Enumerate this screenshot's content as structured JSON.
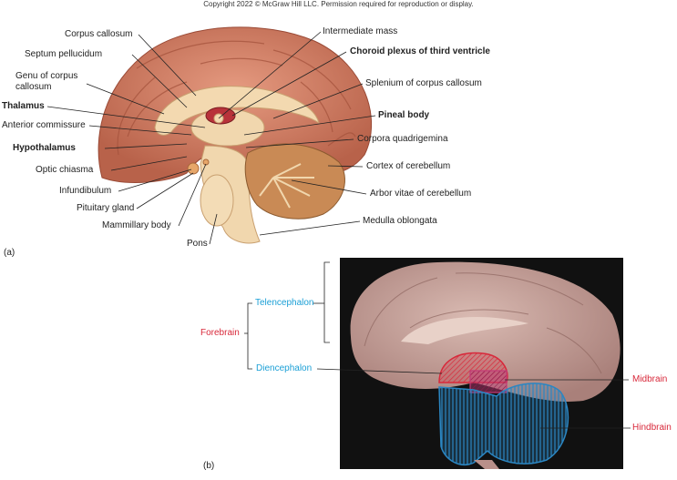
{
  "copyright": "Copyright 2022 © McGraw Hill LLC. Permission required for reproduction or display.",
  "panel_a": "(a)",
  "panel_b": "(b)",
  "labels_a": {
    "corpus_callosum": "Corpus callosum",
    "septum_pellucidum": "Septum pellucidum",
    "genu_line1": "Genu of corpus",
    "genu_line2": "callosum",
    "thalamus": "Thalamus",
    "anterior_commissure": "Anterior commissure",
    "hypothalamus": "Hypothalamus",
    "optic_chiasma": "Optic chiasma",
    "infundibulum": "Infundibulum",
    "pituitary_gland": "Pituitary gland",
    "mammillary_body": "Mammillary body",
    "pons": "Pons",
    "intermediate_mass": "Intermediate mass",
    "choroid_plexus": "Choroid plexus of third ventricle",
    "splenium": "Splenium of corpus callosum",
    "pineal_body": "Pineal body",
    "corpora_quadrigemina": "Corpora quadrigemina",
    "cortex_cerebellum": "Cortex of cerebellum",
    "arbor_vitae": "Arbor vitae of cerebellum",
    "medulla_oblongata": "Medulla oblongata"
  },
  "labels_b": {
    "telencephalon": "Telencephalon",
    "forebrain": "Forebrain",
    "diencephalon": "Diencephalon",
    "midbrain": "Midbrain",
    "hindbrain": "Hindbrain"
  },
  "colors": {
    "cortex": "#d9826a",
    "cortex_dark": "#b25b45",
    "white_matter": "#f3d9b0",
    "cerebellum": "#c98a55",
    "photo_bg": "#111111",
    "brain_photo": "#c9a8a0",
    "forebrain_red": "#d8283a",
    "telencephalon_blue": "#1a9fd6",
    "hindbrain_blue": "#2b86c2",
    "midbrain_magenta": "#c23a78"
  }
}
